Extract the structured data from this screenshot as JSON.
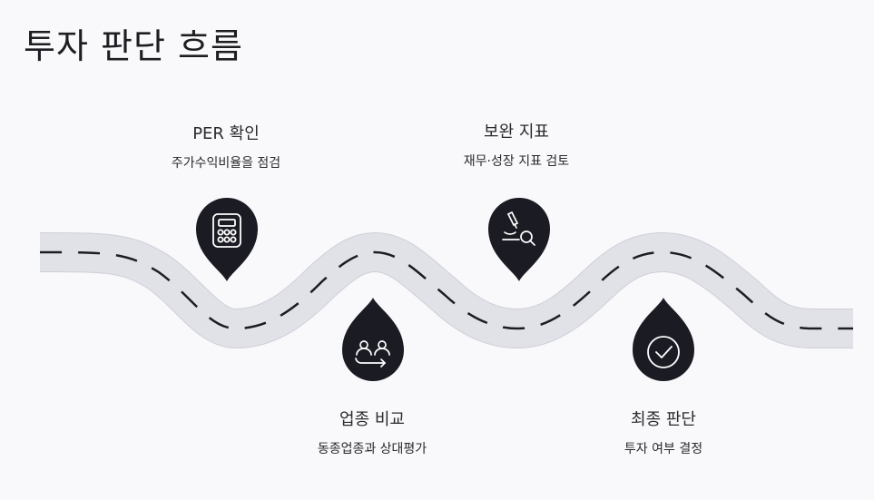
{
  "title": "투자 판단 흐름",
  "colors": {
    "road": "#e1e1e8",
    "road_edge": "#cfcfd8",
    "dash": "#1c1c24",
    "pin": "#1b1b24",
    "icon": "#ffffff"
  },
  "steps": [
    {
      "title": "PER 확인",
      "subtitle": "주가수익비율을 점검",
      "icon": "calculator-icon"
    },
    {
      "title": "업종 비교",
      "subtitle": "동종업종과 상대평가",
      "icon": "peer-exchange-icon"
    },
    {
      "title": "보완 지표",
      "subtitle": "재무·성장 지표 검토",
      "icon": "microscope-search-icon"
    },
    {
      "title": "최종 판단",
      "subtitle": "투자 여부 결정",
      "icon": "check-circle-icon"
    }
  ]
}
